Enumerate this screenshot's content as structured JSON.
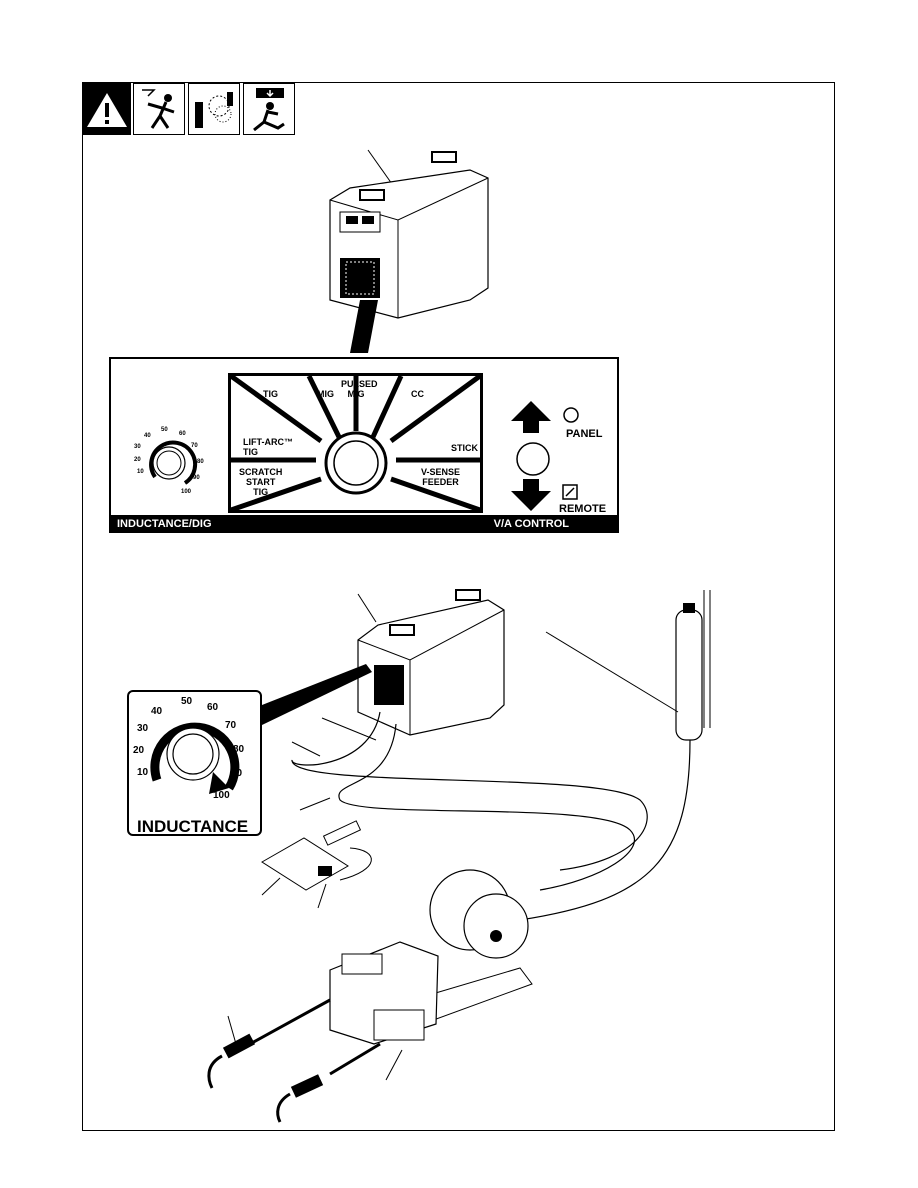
{
  "panel": {
    "modes": {
      "tig": "TIG",
      "mig": "MIG",
      "pulsed_mig": "PULSED\nMIG",
      "cc": "CC",
      "lift_arc_tig": "LIFT-ARC™\nTIG",
      "stick": "STICK",
      "scratch_start_tig": "SCRATCH\nSTART\nTIG",
      "v_sense_feeder": "V-SENSE\nFEEDER"
    },
    "panel_label": "PANEL",
    "remote_label": "REMOTE",
    "bottom_left": "INDUCTANCE/DIG",
    "bottom_right": "V/A CONTROL",
    "dial_numbers": [
      "10",
      "20",
      "30",
      "40",
      "50",
      "60",
      "70",
      "80",
      "90",
      "100"
    ]
  },
  "inductance": {
    "label": "INDUCTANCE",
    "dial_numbers": [
      "10",
      "20",
      "30",
      "40",
      "50",
      "60",
      "70",
      "80",
      "90",
      "100"
    ]
  }
}
